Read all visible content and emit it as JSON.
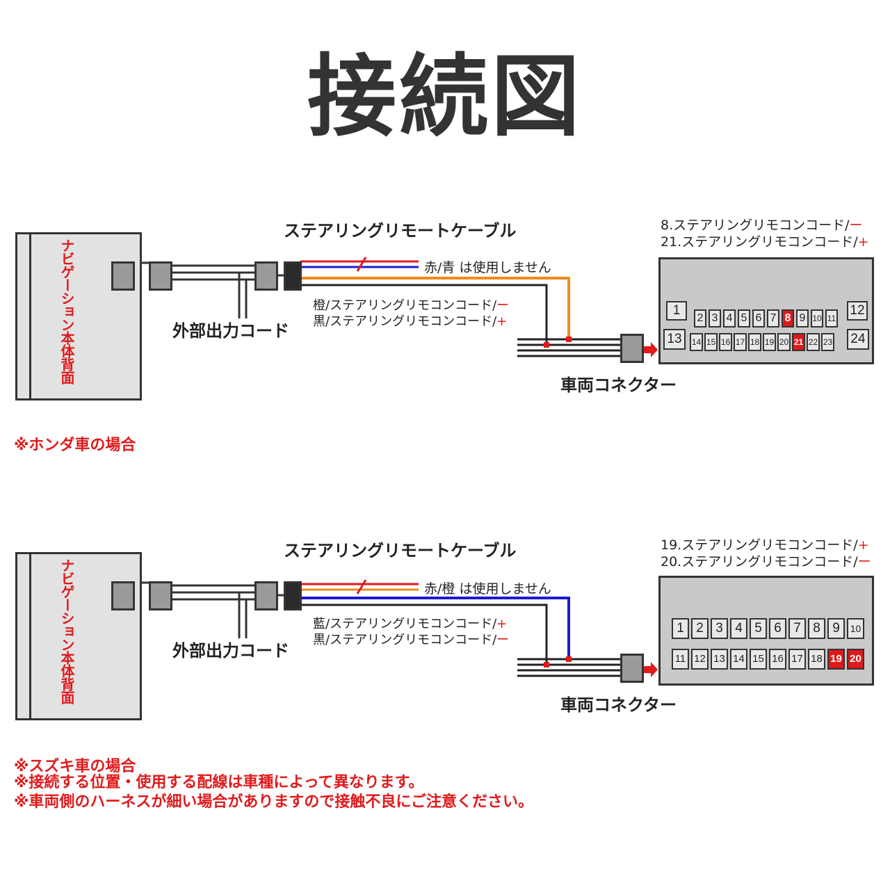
{
  "title": "接続図",
  "colors": {
    "accent_red": "#e0191b",
    "wire_red": "#e0191b",
    "wire_blue": "#1a1ad0",
    "wire_orange": "#f08a1c",
    "wire_black": "#222222"
  },
  "sections": [
    {
      "nav_label": "ナビゲーション本体背面",
      "cable_title": "ステアリングリモートケーブル",
      "external_cord": "外部出力コード",
      "unused_wires": "赤/青 は使用しません",
      "wire_notes": [
        {
          "text": "橙/ステアリングリモコンコード/",
          "sign": "ー"
        },
        {
          "text": "黒/ステアリングリモコンコード/",
          "sign": "+"
        }
      ],
      "vehicle_connector": "車両コネクター",
      "pin_notes": [
        {
          "text": "8.ステアリングリモコンコード/",
          "sign": "ー"
        },
        {
          "text": "21.ステアリングリモコンコード/",
          "sign": "+"
        }
      ],
      "pins": {
        "top_small": [
          "2",
          "3",
          "4",
          "5",
          "6",
          "7",
          "8",
          "9",
          "10",
          "11"
        ],
        "bottom_small": [
          "14",
          "15",
          "16",
          "17",
          "18",
          "19",
          "20",
          "21",
          "22",
          "23"
        ],
        "large": [
          "1",
          "12",
          "13",
          "24"
        ],
        "highlighted": [
          "8",
          "21"
        ]
      },
      "case_label": "※ホンダ車の場合"
    },
    {
      "nav_label": "ナビゲーション本体背面",
      "cable_title": "ステアリングリモートケーブル",
      "external_cord": "外部出力コード",
      "unused_wires": "赤/橙 は使用しません",
      "wire_notes": [
        {
          "text": "藍/ステアリングリモコンコード/",
          "sign": "+"
        },
        {
          "text": "黒/ステアリングリモコンコード/",
          "sign": "ー"
        }
      ],
      "vehicle_connector": "車両コネクター",
      "pin_notes": [
        {
          "text": "19.ステアリングリモコンコード/",
          "sign": "+"
        },
        {
          "text": "20.ステアリングリモコンコード/",
          "sign": "ー"
        }
      ],
      "pins": {
        "top": [
          "1",
          "2",
          "3",
          "4",
          "5",
          "6",
          "7",
          "8",
          "9",
          "10"
        ],
        "bottom": [
          "11",
          "12",
          "13",
          "14",
          "15",
          "16",
          "17",
          "18",
          "19",
          "20"
        ],
        "highlighted": [
          "19",
          "20"
        ]
      },
      "case_label": "※スズキ車の場合"
    }
  ],
  "notes": [
    "※接続する位置・使用する配線は車種によって異なります。",
    "※車両側のハーネスが細い場合がありますので接触不良にご注意ください。"
  ]
}
